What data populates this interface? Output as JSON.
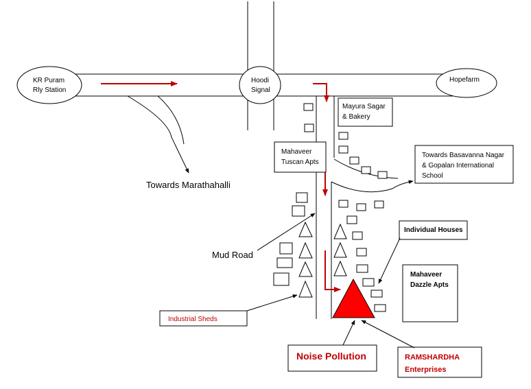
{
  "places": {
    "kr_puram": [
      "KR Puram",
      "Rly Station"
    ],
    "hoodi": [
      "Hoodi",
      "Signal"
    ],
    "hopefarm": "Hopefarm",
    "mayura": [
      "Mayura Sagar",
      "& Bakery"
    ],
    "mahaveer_tuscan": [
      "Mahaveer",
      "Tuscan Apts"
    ],
    "basavanna": [
      "Towards Basavanna Nagar",
      "& Gopalan International",
      "School"
    ],
    "individual_houses": "Individual Houses",
    "mahaveer_dazzle": [
      "Mahaveer",
      "Dazzle Apts"
    ],
    "industrial_sheds": "Industrial Sheds",
    "ramshardha": [
      "RAMSHARDHA",
      "Enterprises"
    ]
  },
  "labels": {
    "towards_marathahalli": "Towards Marathahalli",
    "mud_road": "Mud Road",
    "noise_pollution": "Noise Pollution"
  },
  "colors": {
    "route_arrow": "#c00000",
    "noise_source": "#ff0000",
    "highlight_text": "#c00000",
    "line": "#000000"
  }
}
